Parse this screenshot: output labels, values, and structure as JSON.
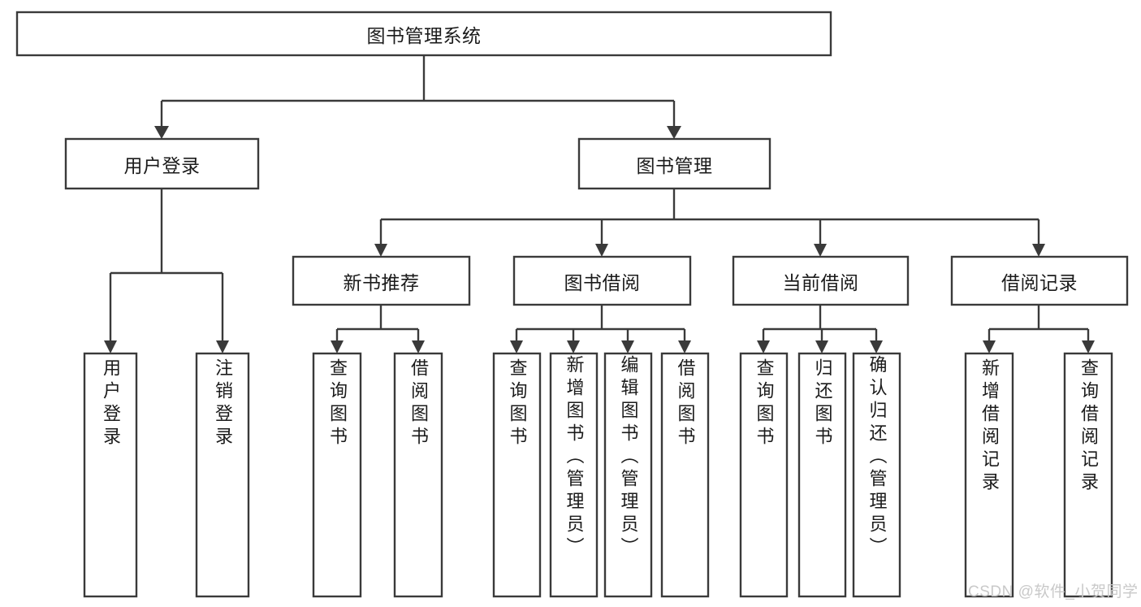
{
  "diagram": {
    "type": "hierarchy-tree",
    "title": "图书管理系统",
    "watermark": "CSDN @软件_小贺同学",
    "colors": {
      "box_stroke": "#3a3a3a",
      "box_fill": "#ffffff",
      "text": "#1b1b1b",
      "watermark": "#c9c9c9",
      "background": "#ffffff"
    },
    "levels": {
      "level1": "root",
      "level2": "modules",
      "level3": "submodules",
      "level4": "functions"
    },
    "nodes": {
      "root": {
        "label": "图书管理系统",
        "orientation": "horizontal"
      },
      "user_login": {
        "label": "用户登录",
        "orientation": "horizontal"
      },
      "book_manage": {
        "label": "图书管理",
        "orientation": "horizontal"
      },
      "new_book_rec": {
        "label": "新书推荐",
        "orientation": "horizontal"
      },
      "book_borrow": {
        "label": "图书借阅",
        "orientation": "horizontal"
      },
      "current_borrow": {
        "label": "当前借阅",
        "orientation": "horizontal"
      },
      "borrow_record": {
        "label": "借阅记录",
        "orientation": "horizontal"
      },
      "leaf_user_login": {
        "label": "用户登录",
        "orientation": "vertical"
      },
      "leaf_logout": {
        "label": "注销登录",
        "orientation": "vertical"
      },
      "leaf_query_book_1": {
        "label": "查询图书",
        "orientation": "vertical"
      },
      "leaf_borrow_book_1": {
        "label": "借阅图书",
        "orientation": "vertical"
      },
      "leaf_query_book_2": {
        "label": "查询图书",
        "orientation": "vertical"
      },
      "leaf_add_book": {
        "label": "新增图书（管理员）",
        "orientation": "vertical"
      },
      "leaf_edit_book": {
        "label": "编辑图书（管理员）",
        "orientation": "vertical"
      },
      "leaf_borrow_book_2": {
        "label": "借阅图书",
        "orientation": "vertical"
      },
      "leaf_query_book_3": {
        "label": "查询图书",
        "orientation": "vertical"
      },
      "leaf_return_book": {
        "label": "归还图书",
        "orientation": "vertical"
      },
      "leaf_confirm_return": {
        "label": "确认归还（管理员）",
        "orientation": "vertical"
      },
      "leaf_add_record": {
        "label": "新增借阅记录",
        "orientation": "vertical"
      },
      "leaf_query_record": {
        "label": "查询借阅记录",
        "orientation": "vertical"
      }
    },
    "edges": [
      {
        "from": "root",
        "to": "user_login"
      },
      {
        "from": "root",
        "to": "book_manage"
      },
      {
        "from": "book_manage",
        "to": "new_book_rec"
      },
      {
        "from": "book_manage",
        "to": "book_borrow"
      },
      {
        "from": "book_manage",
        "to": "current_borrow"
      },
      {
        "from": "book_manage",
        "to": "borrow_record"
      },
      {
        "from": "user_login",
        "to": "leaf_user_login"
      },
      {
        "from": "user_login",
        "to": "leaf_logout"
      },
      {
        "from": "new_book_rec",
        "to": "leaf_query_book_1"
      },
      {
        "from": "new_book_rec",
        "to": "leaf_borrow_book_1"
      },
      {
        "from": "book_borrow",
        "to": "leaf_query_book_2"
      },
      {
        "from": "book_borrow",
        "to": "leaf_add_book"
      },
      {
        "from": "book_borrow",
        "to": "leaf_edit_book"
      },
      {
        "from": "book_borrow",
        "to": "leaf_borrow_book_2"
      },
      {
        "from": "current_borrow",
        "to": "leaf_query_book_3"
      },
      {
        "from": "current_borrow",
        "to": "leaf_return_book"
      },
      {
        "from": "current_borrow",
        "to": "leaf_confirm_return"
      },
      {
        "from": "borrow_record",
        "to": "leaf_add_record"
      },
      {
        "from": "borrow_record",
        "to": "leaf_query_record"
      }
    ]
  }
}
